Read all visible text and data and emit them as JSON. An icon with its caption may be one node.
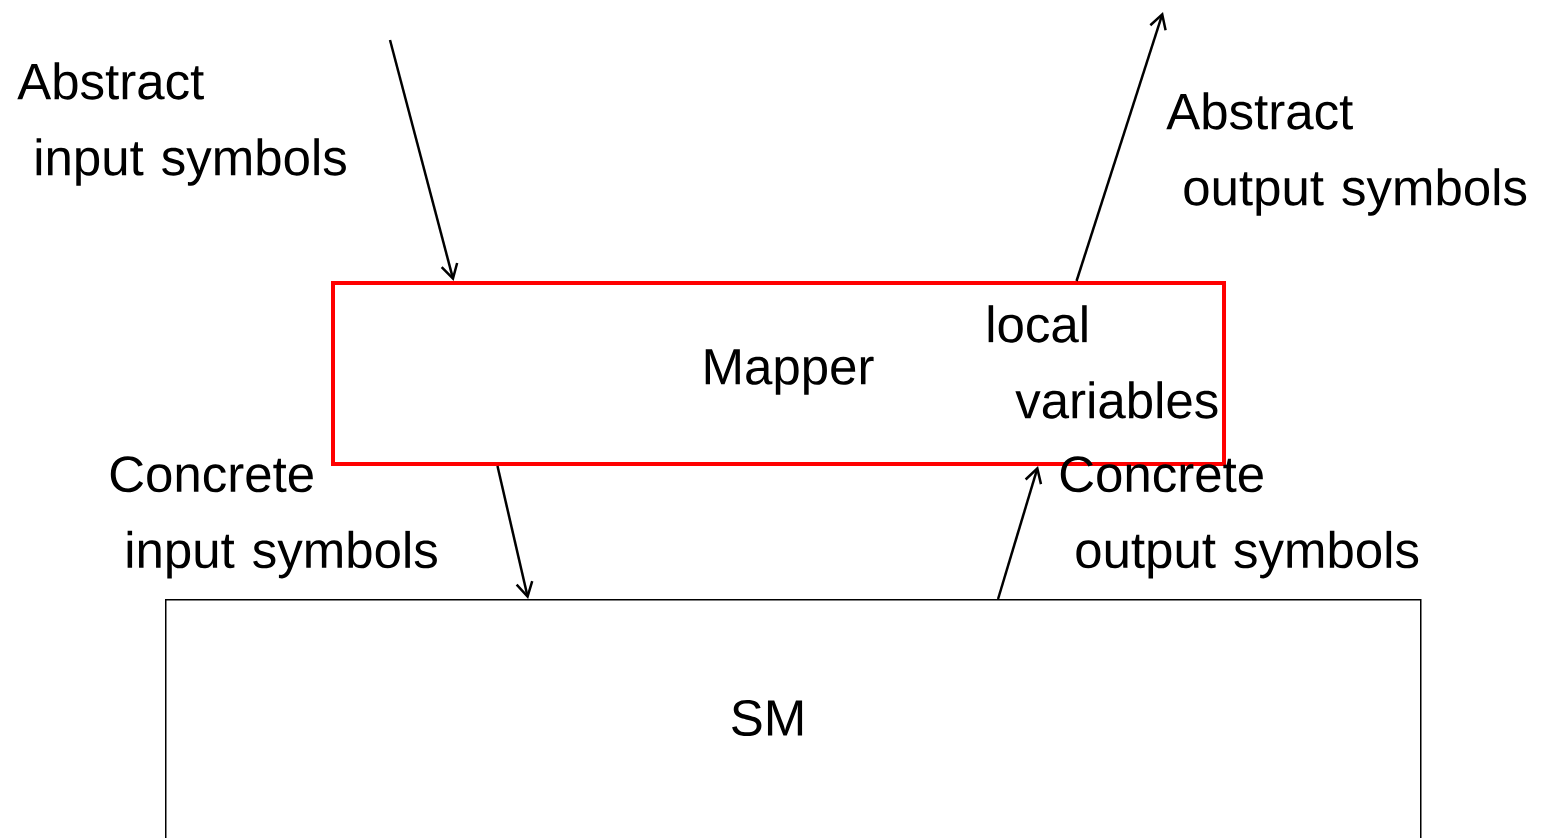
{
  "diagram": {
    "nodes": [
      {
        "text": [
          "Mapper",
          "local variables"
        ]
      },
      {
        "text": [
          "SM"
        ]
      }
    ],
    "edges": [
      {
        "from": null,
        "to": 0,
        "arrow": "to",
        "label": "Abstract input symbols"
      },
      {
        "from": 0,
        "to": null,
        "arrow": "to",
        "label": "Abstract output symbols"
      },
      {
        "from": 0,
        "to": 1,
        "arrow": "to",
        "label": "Concrete input symbols"
      },
      {
        "from": 1,
        "to": 0,
        "arrow": "to",
        "label": "Concrete output symbols"
      }
    ]
  }
}
